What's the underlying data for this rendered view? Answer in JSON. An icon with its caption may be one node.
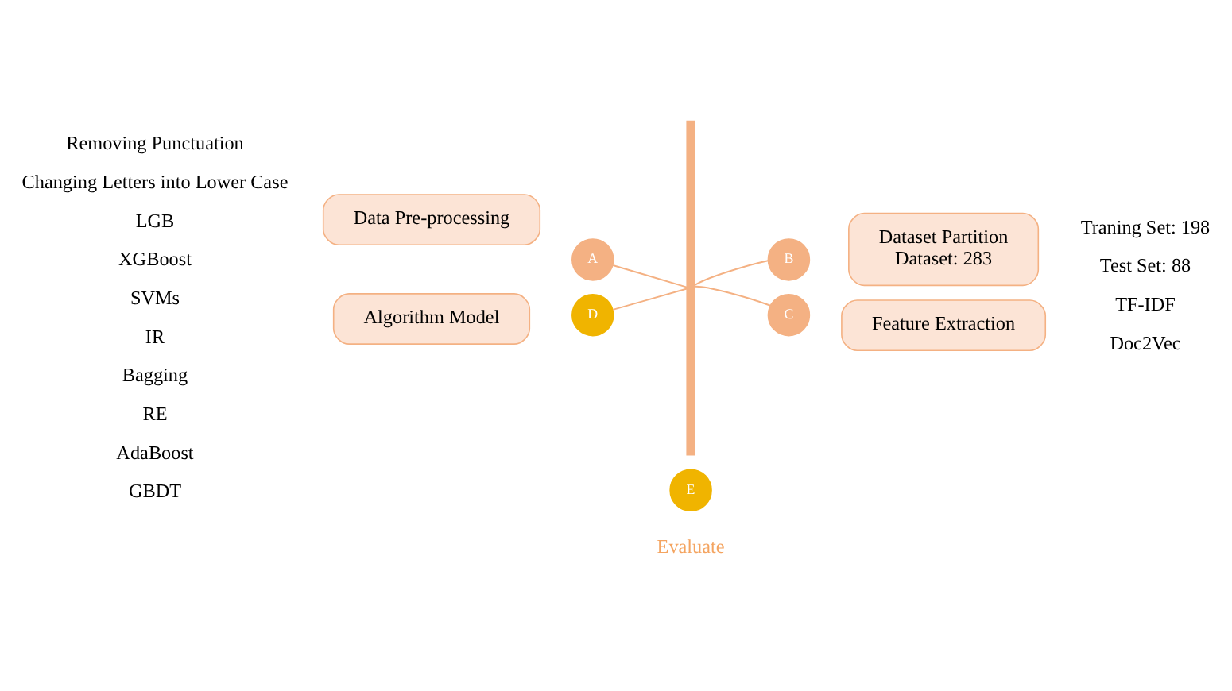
{
  "diagram": {
    "nodes": [
      {
        "text": [
          "Data Pre-processing"
        ]
      },
      {
        "text": [
          "A"
        ]
      },
      {
        "text": [
          "Dataset Partition",
          "Dataset: 283"
        ]
      },
      {
        "text": [
          "B"
        ]
      },
      {
        "text": [
          "Feature Extraction"
        ]
      },
      {
        "text": [
          "C"
        ]
      },
      {
        "text": [
          "Algorithm Model"
        ]
      },
      {
        "text": [
          "D"
        ]
      },
      {
        "text": [],
        "shape": "bar"
      },
      {
        "text": [
          "E"
        ],
        "beside": [
          "Evaluate"
        ]
      }
    ],
    "edges": [
      {
        "from": 1,
        "to": 8,
        "arrow": "none"
      },
      {
        "from": 3,
        "to": 8,
        "arrow": "none"
      },
      {
        "from": 5,
        "to": 8,
        "arrow": "none"
      },
      {
        "from": 7,
        "to": 8,
        "arrow": "none"
      }
    ],
    "labels": [
      "Removing Punctuation",
      "Changing Letters into Lower Case",
      "Traning Set: 198",
      "Test Set: 88",
      "TF-IDF",
      "Doc2Vec",
      "LGB",
      "XGBoost",
      "SVMs",
      "IR",
      "Bagging",
      "RE",
      "AdaBoost",
      "GBDT"
    ]
  }
}
